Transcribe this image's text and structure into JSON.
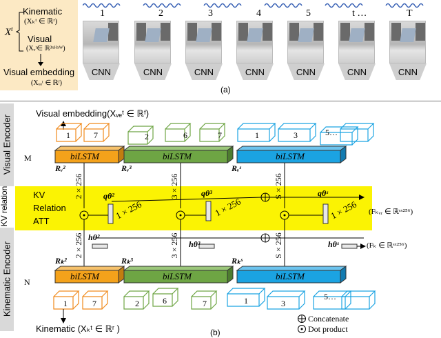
{
  "part_a": {
    "x_t": "X",
    "x_t_sup": "t",
    "kinematic": "Kinematic",
    "kinematic_formula": "(Xₖᵗ ∈ ℝʳ)",
    "visual": "Visual",
    "visual_formula": "(Xᵥᵗ∈ ℝ³ˣᴴˣᵂ)",
    "visual_embedding": "Visual embedding",
    "visual_embedding_formula": "(Xᵥₑᵗ ∈ ℝᶠ)",
    "frame_labels": [
      "1",
      "2",
      "3",
      "4",
      "5",
      "t …",
      "T"
    ],
    "cnn_label": "CNN",
    "caption": "(a)"
  },
  "part_b": {
    "visual_encoder_label": "Visual Encoder",
    "kinematic_encoder_label": "Kinematic Encoder",
    "kv_relation_label": "KV relation",
    "visual_embedding_top": "Visual embedding(Xᵥₑᵗ ∈ ℝᶠ)",
    "kinematic_bottom": "Kinematic  (Xₖᵗ ∈ ℝʳ )",
    "m_label": "M",
    "n_label": "N",
    "bilstm": "biLSTM",
    "rv": [
      "Rᵥ²",
      "Rᵥ³",
      "Rᵥˢ"
    ],
    "rk": [
      "Rₖ²",
      "Rₖ³",
      "Rₖˢ"
    ],
    "q": [
      "qθ²",
      "qθ³",
      "qθˢ"
    ],
    "h": [
      "hθ²",
      "hθ³",
      "hθˢ"
    ],
    "dims_v": [
      "2 × 256",
      "3 × 256",
      "S × 256"
    ],
    "dims_k": [
      "2 × 256",
      "3 × 256",
      "S × 256"
    ],
    "one_by": "1 × 256",
    "kv_att": [
      "KV",
      "Relation",
      "ATT"
    ],
    "f_kvr": "(Fₖᵥᵣ ∈ ℝˢˣ²⁵⁶)",
    "f_k": "(Fₖ ∈ ℝˢˣ²⁵⁶)",
    "top_cube_labels": [
      "1",
      "7",
      "2",
      "6",
      "7",
      "1",
      "3",
      "5…",
      ""
    ],
    "bottom_cube_labels": [
      "1",
      "7",
      "2",
      "6",
      "7",
      "1",
      "3",
      "5…",
      ""
    ],
    "legend_concat": "Concatenate",
    "legend_dot": "Dot product",
    "caption": "(b)"
  },
  "colors": {
    "orange": "#f4a21b",
    "green": "#6ea544",
    "blue": "#1ba3e2",
    "yellow_band": "#fbf303",
    "panel_bg": "#fce9c4"
  }
}
